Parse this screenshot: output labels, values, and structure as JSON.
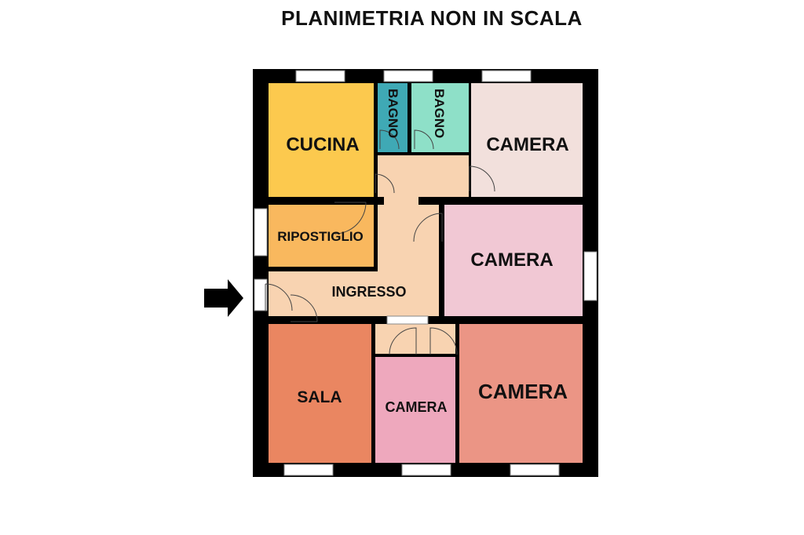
{
  "title": "PLANIMETRIA NON IN SCALA",
  "colors": {
    "wall": "#000000",
    "cucina": "#fcc94e",
    "bagno_small": "#3fa9b5",
    "bagno_large": "#8ee0c8",
    "camera_top": "#f2e0dc",
    "camera_mid": "#f1c8d4",
    "ripostiglio": "#f9b85e",
    "corridor": "#f8d3b1",
    "sala": "#ea8661",
    "camera_small": "#eea8bd",
    "camera_large": "#eb9585",
    "entrance_arrow": "#000000"
  },
  "rooms": {
    "cucina": "CUCINA",
    "bagno_1": "BAGNO",
    "bagno_2": "BAGNO",
    "camera_top": "CAMERA",
    "ripostiglio": "RIPOSTIGLIO",
    "camera_mid": "CAMERA",
    "ingresso": "INGRESSO",
    "sala": "SALA",
    "camera_small": "CAMERA",
    "camera_large": "CAMERA"
  }
}
